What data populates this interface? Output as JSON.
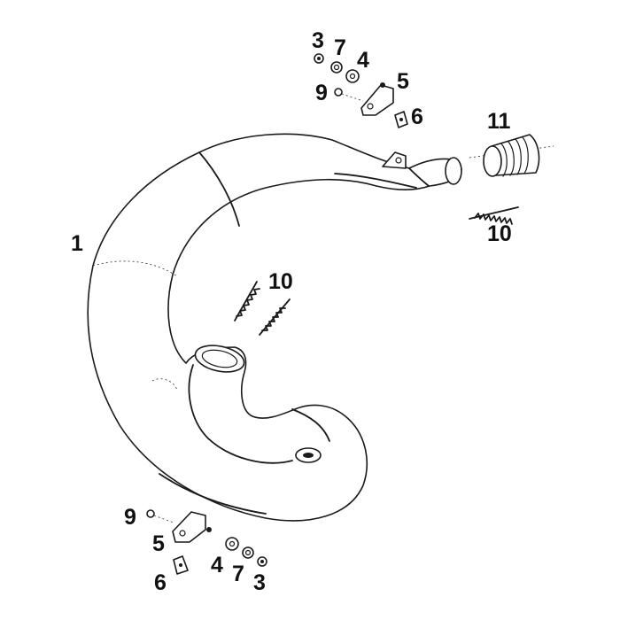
{
  "callouts": [
    {
      "id": "c-1",
      "text": "1"
    },
    {
      "id": "c-3-top",
      "text": "3"
    },
    {
      "id": "c-7-top",
      "text": "7"
    },
    {
      "id": "c-4-top",
      "text": "4"
    },
    {
      "id": "c-5-top",
      "text": "5"
    },
    {
      "id": "c-9-top",
      "text": "9"
    },
    {
      "id": "c-6-top",
      "text": "6"
    },
    {
      "id": "c-11",
      "text": "11"
    },
    {
      "id": "c-10-right",
      "text": "10"
    },
    {
      "id": "c-10-mid",
      "text": "10"
    },
    {
      "id": "c-9-bottom",
      "text": "9"
    },
    {
      "id": "c-5-bottom",
      "text": "5"
    },
    {
      "id": "c-4-bottom",
      "text": "4"
    },
    {
      "id": "c-7-bottom",
      "text": "7"
    },
    {
      "id": "c-3-bottom",
      "text": "3"
    },
    {
      "id": "c-6-bottom",
      "text": "6"
    }
  ],
  "colors": {
    "ink": "#1a1a1a",
    "paper": "#ffffff"
  }
}
